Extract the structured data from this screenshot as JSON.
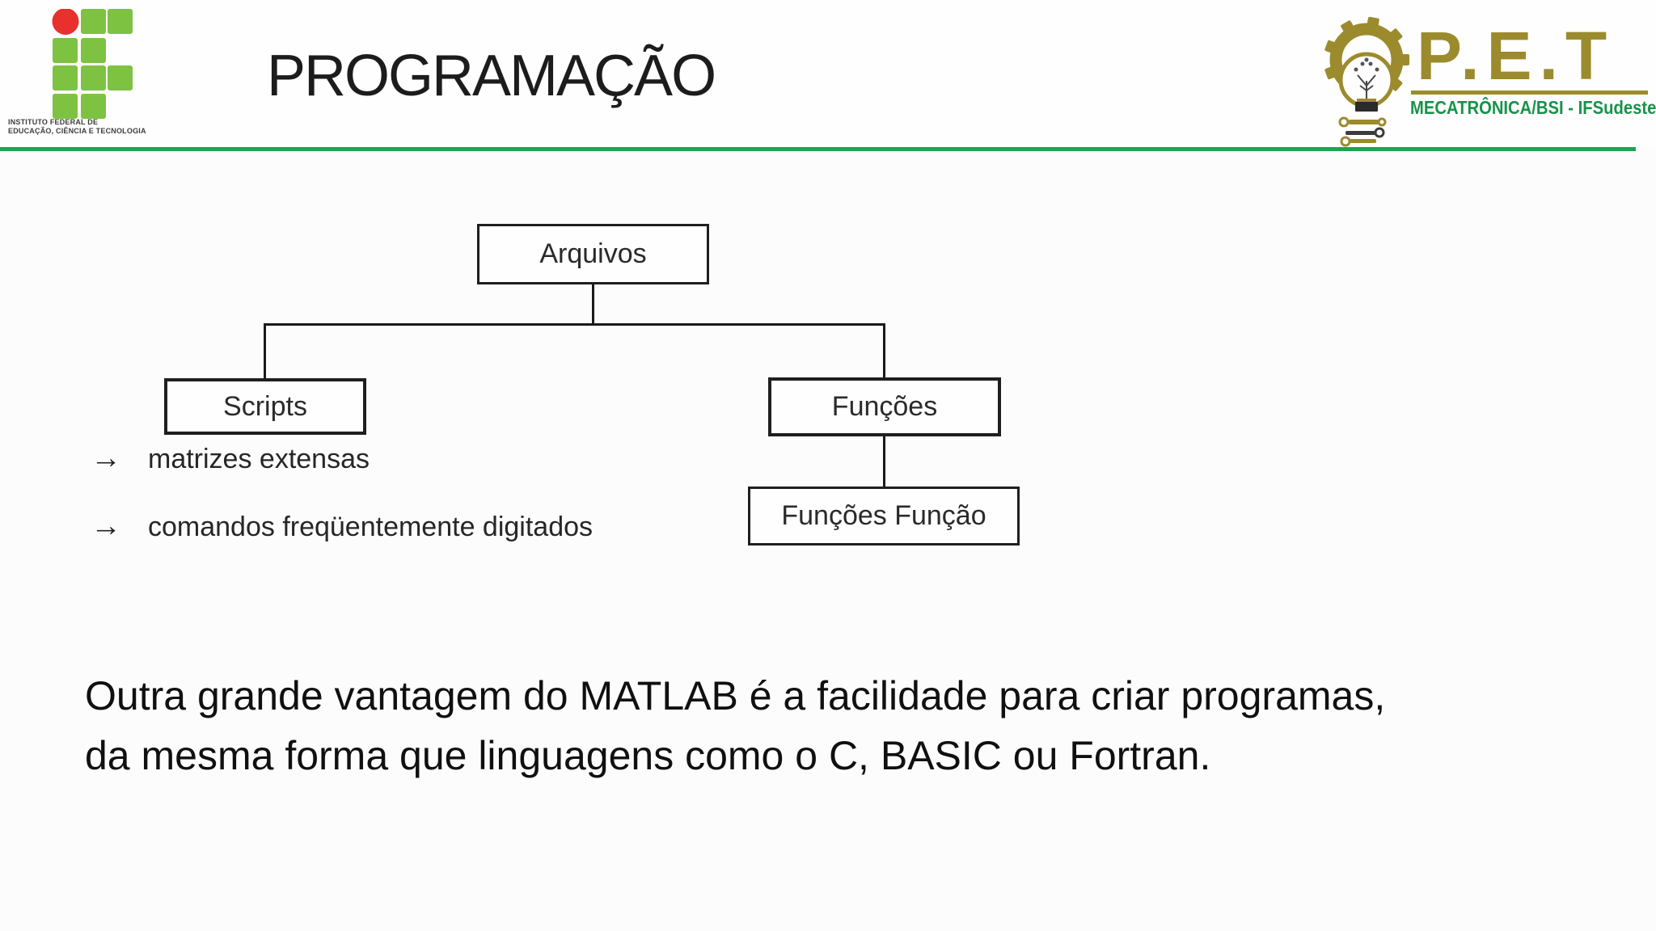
{
  "header": {
    "title": "PROGRAMAÇÃO",
    "if_logo": {
      "caption_line1": "INSTITUTO FEDERAL DE",
      "caption_line2": "EDUCAÇÃO, CIÊNCIA E TECNOLOGIA"
    },
    "pet_logo": {
      "name": "P.E.T",
      "subtitle": "MECATRÔNICA/BSI - IFSudesteMG"
    }
  },
  "diagram": {
    "root": "Arquivos",
    "left_child": "Scripts",
    "right_child": "Funções",
    "right_grandchild": "Funções Função"
  },
  "bullets": [
    {
      "marker": "→",
      "text": "matrizes extensas"
    },
    {
      "marker": "→",
      "text": "comandos freqüentemente digitados"
    }
  ],
  "paragraph": {
    "line1": "Outra grande vantagem do MATLAB é a facilidade para criar programas,",
    "line2": "da mesma forma que linguagens como o C, BASIC ou Fortran."
  },
  "colors": {
    "rule_green": "#1ea34f",
    "pet_gold": "#9c8b2d",
    "pet_green": "#17934a",
    "if_green": "#7ec242",
    "if_red": "#e8302d",
    "diagram_line": "#1a1a1a",
    "text": "#101010"
  }
}
